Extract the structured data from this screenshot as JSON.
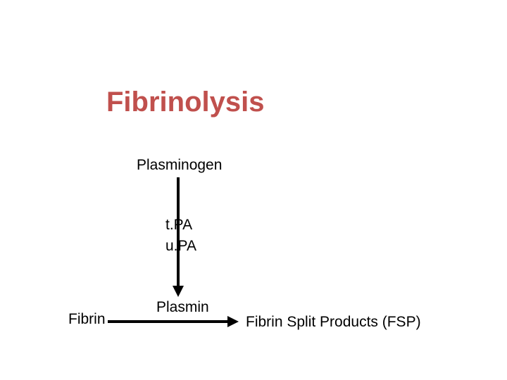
{
  "title": "Fibrinolysis",
  "colors": {
    "title": "#c0504d",
    "arrow": "#000000"
  },
  "nodes": {
    "plasminogen": "Plasminogen",
    "enzyme_1": "t.PA",
    "enzyme_2": "u.PA",
    "plasmin": "Plasmin",
    "fibrin": "Fibrin",
    "fsp": "Fibrin Split Products (FSP)"
  }
}
